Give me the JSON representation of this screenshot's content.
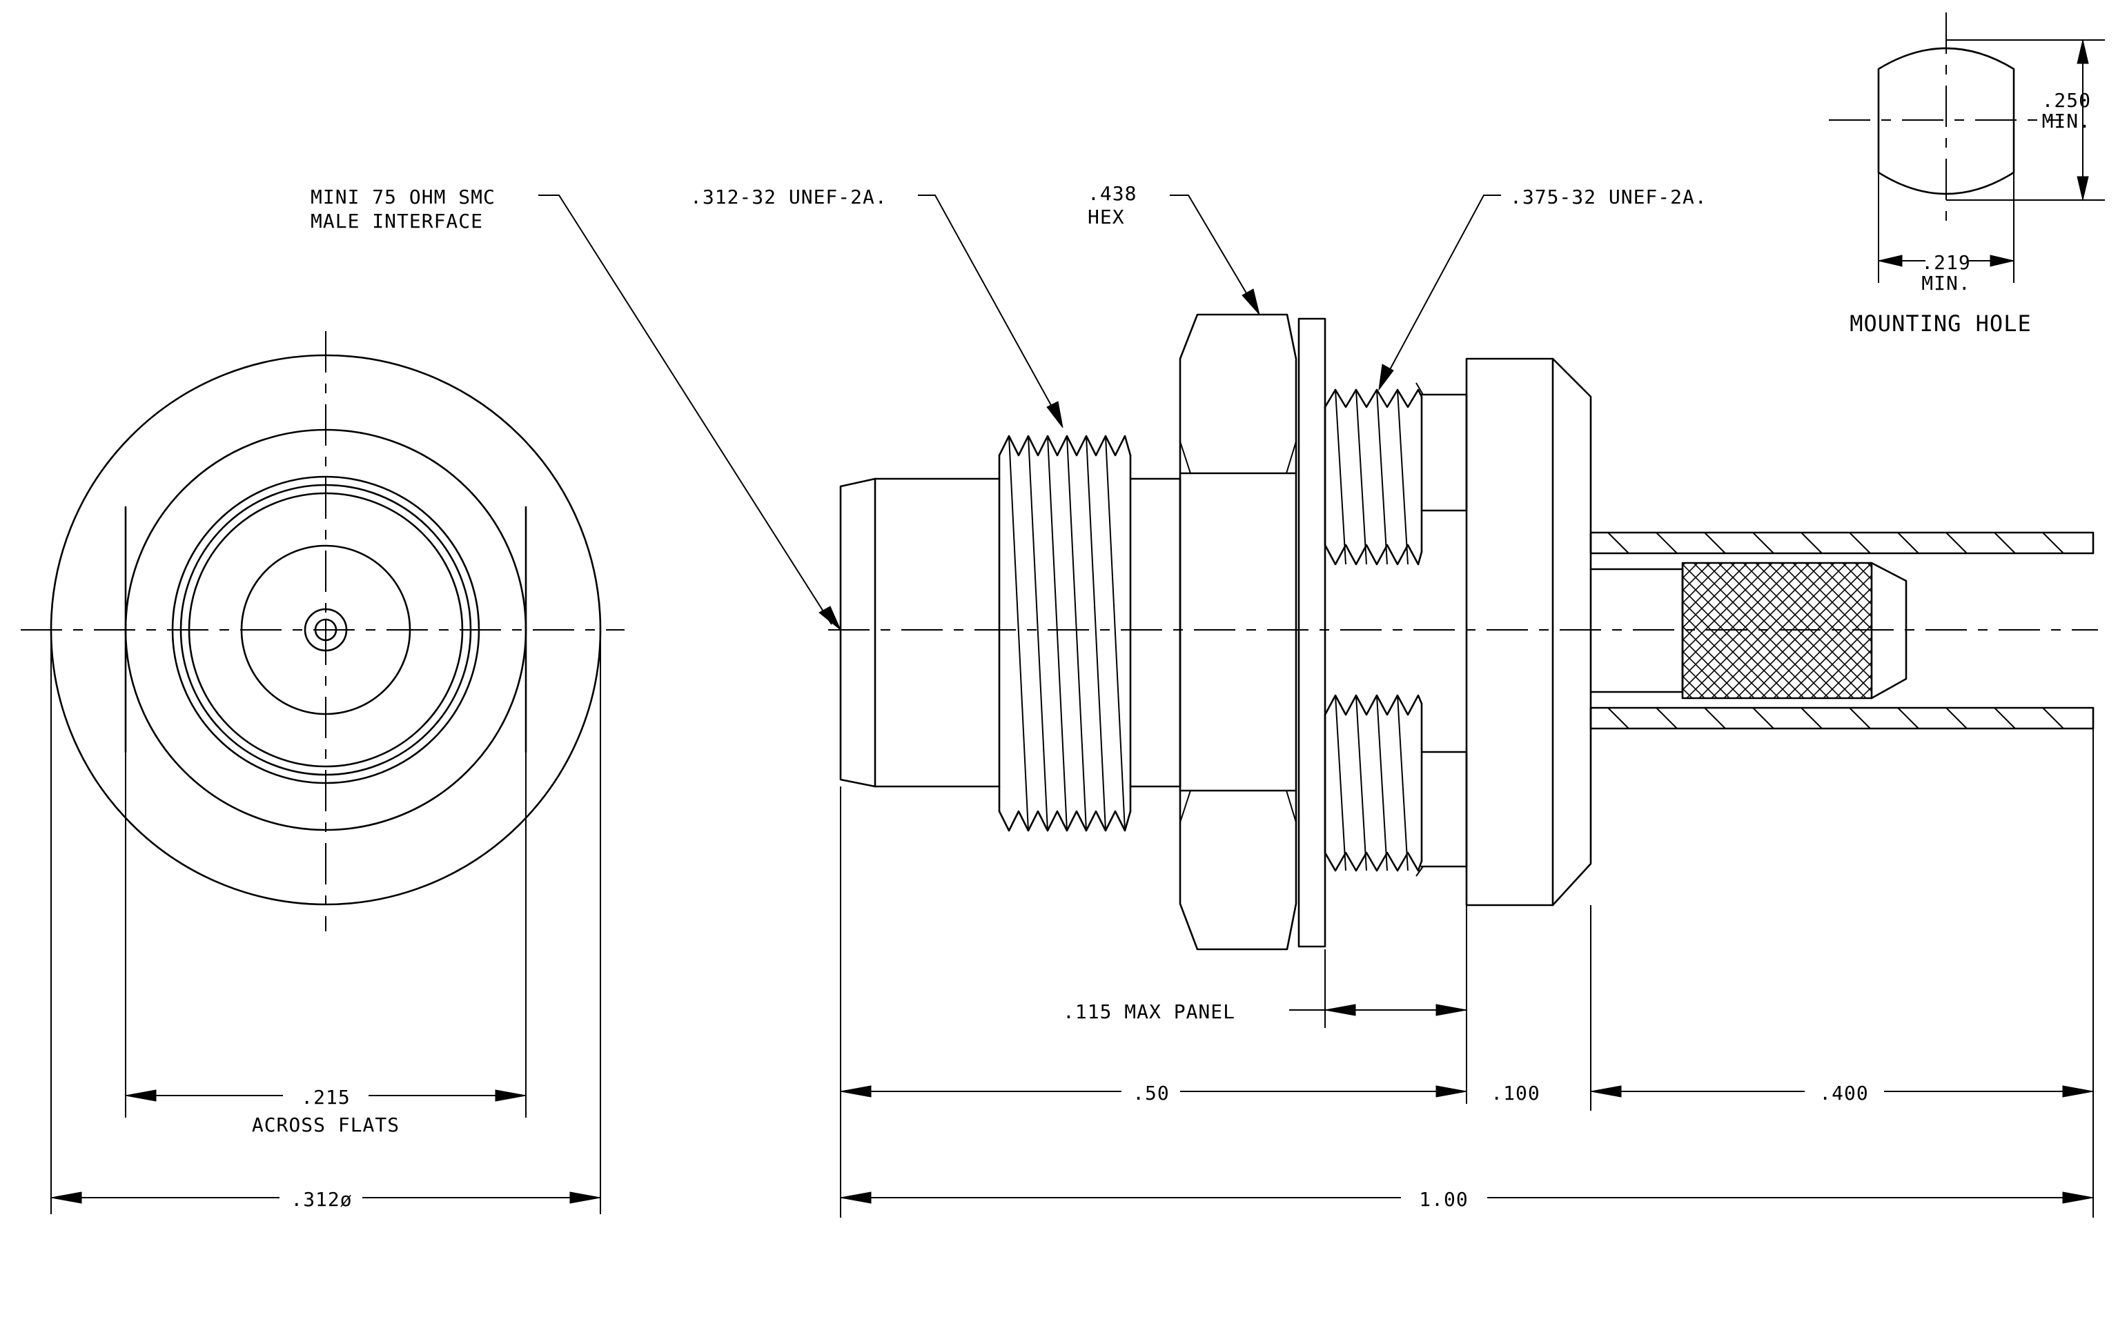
{
  "callouts": {
    "interface_line1": "MINI 75 OHM SMC",
    "interface_line2": "MALE INTERFACE",
    "thread_front": ".312-32 UNEF-2A.",
    "hex_value": ".438",
    "hex_label": "HEX",
    "thread_rear": ".375-32 UNEF-2A."
  },
  "mounting_hole": {
    "title": "MOUNTING HOLE",
    "height_value": ".250",
    "height_note": "MIN.",
    "width_value": ".219",
    "width_note": "MIN."
  },
  "dimensions": {
    "across_flats_value": ".215",
    "across_flats_label": "ACROSS FLATS",
    "diameter": ".312ø",
    "max_panel": ".115 MAX PANEL",
    "front_length": ".50",
    "flange_length": ".100",
    "tail_length": ".400",
    "overall_length": "1.00"
  }
}
